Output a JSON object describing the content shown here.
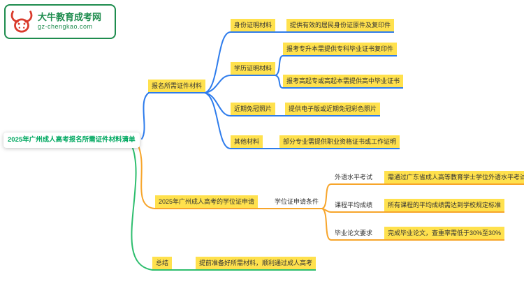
{
  "logo": {
    "title": "大牛教育成考网",
    "domain": "gz-chengkao.com"
  },
  "root": {
    "label": "2025年广州成人高考报名所需证件材料清单"
  },
  "colors": {
    "branch_blue": "#2E7CEC",
    "branch_orange": "#F7A52B",
    "branch_green": "#2EBE6E",
    "highlight_yellow": "#FFE14D",
    "root_text_green": "#00A860",
    "logo_green": "#1E8C4E",
    "bull_red": "#D93A2B"
  },
  "branch1": {
    "label": "报名所需证件材料",
    "items": [
      {
        "label": "身份证明材料",
        "desc": "提供有效的居民身份证原件及复印件"
      },
      {
        "label": "学历证明材料",
        "desc": "报考专升本需提供专科毕业证书复印件",
        "desc2": "报考高起专或高起本需提供高中毕业证书"
      },
      {
        "label": "近期免冠照片",
        "desc": "提供电子版或近期免冠彩色照片"
      },
      {
        "label": "其他材料",
        "desc": "部分专业需提供职业资格证书或工作证明"
      }
    ]
  },
  "branch2": {
    "label": "2025年广州成人高考的学位证申请",
    "condition_label": "学位证申请条件",
    "items": [
      {
        "label": "外语水平考试",
        "desc": "需通过广东省成人高等教育学士学位外语水平考试"
      },
      {
        "label": "课程平均成绩",
        "desc": "所有课程的平均成绩需达到学校规定标准"
      },
      {
        "label": "毕业论文要求",
        "desc": "完成毕业论文，查重率需低于30%至30%"
      }
    ]
  },
  "branch3": {
    "label": "总结",
    "desc": "提前准备好所需材料，顺利通过成人高考"
  }
}
